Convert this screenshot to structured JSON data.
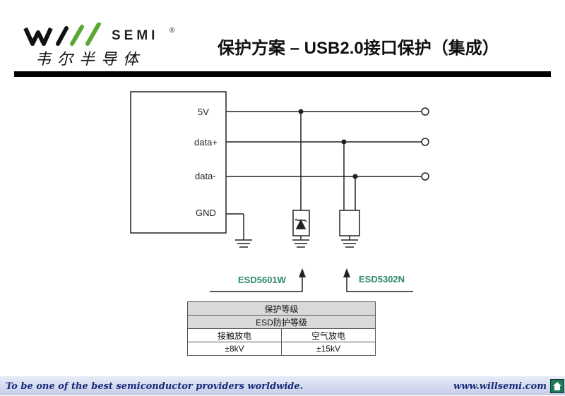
{
  "header": {
    "logo_wordmark": "SEMI",
    "logo_registered": "®",
    "logo_chinese": "韦尔半导体",
    "title": "保护方案 – USB2.0接口保护（集成）"
  },
  "diagram": {
    "pin_labels": [
      "5V",
      "data+",
      "data-",
      "GND"
    ],
    "parts": [
      "ESD5601W",
      "ESD5302N"
    ]
  },
  "table": {
    "title": "保护等级",
    "subtitle": "ESD防护等级",
    "columns": [
      "接触放电",
      "空气放电"
    ],
    "values": [
      "±8kV",
      "±15kV"
    ]
  },
  "footer": {
    "slogan": "To be one of the best semiconductor providers worldwide.",
    "url": "www.willsemi.com"
  },
  "colors": {
    "part_label": "#2f8a64",
    "footer_text": "#1a2a78",
    "logo_green": "#5aa832"
  }
}
